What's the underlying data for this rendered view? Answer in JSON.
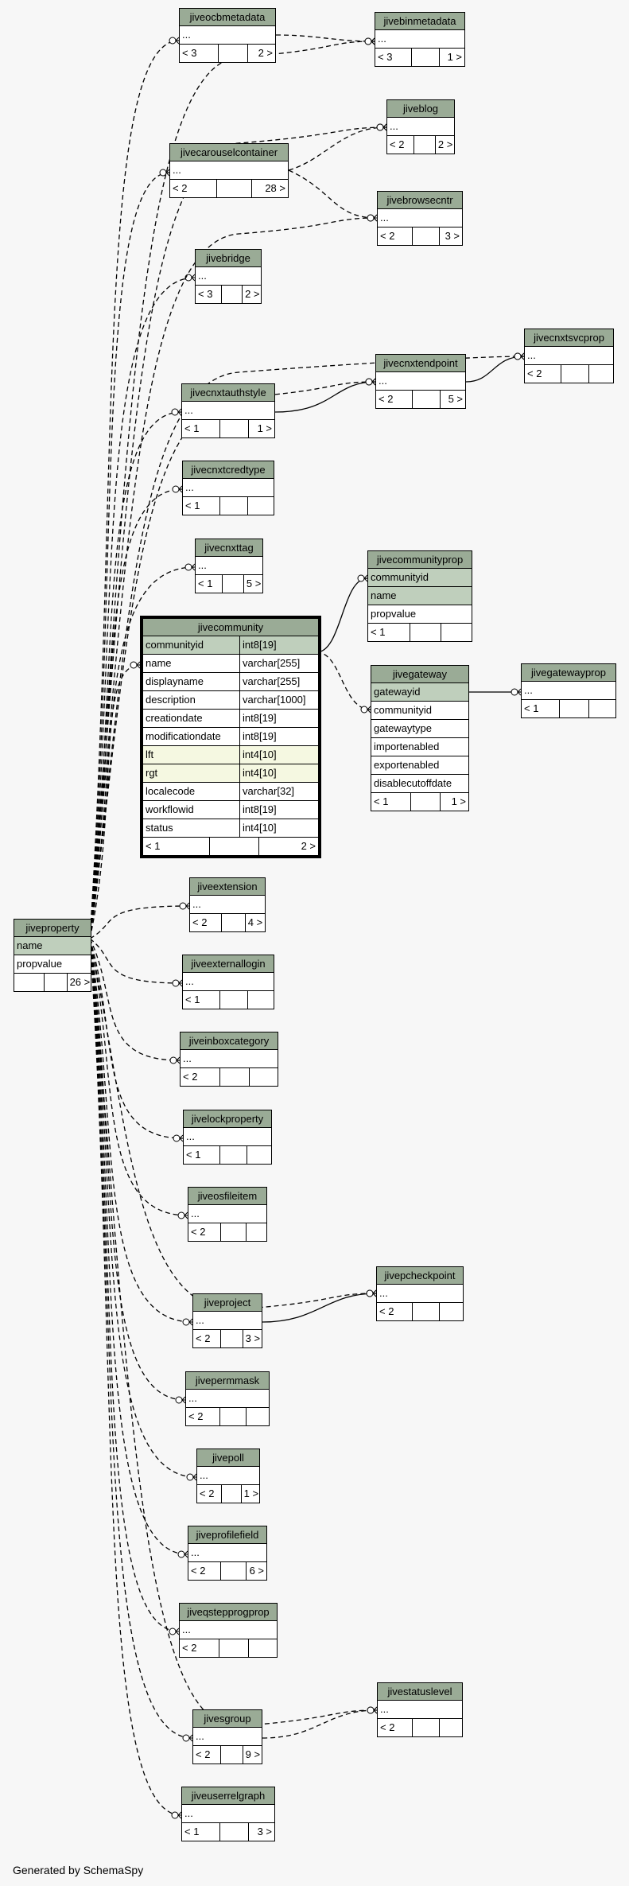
{
  "tables": {
    "jiveproperty": {
      "title": "jiveproperty",
      "rows": [
        {
          "name": "name",
          "kind": "pk"
        },
        {
          "name": "propvalue"
        }
      ],
      "footer": [
        "",
        "",
        "26 >"
      ]
    },
    "jiveocbmetadata": {
      "title": "jiveocbmetadata",
      "rows": [
        {
          "name": "..."
        }
      ],
      "footer": [
        "< 3",
        "",
        "2 >"
      ]
    },
    "jivebinmetadata": {
      "title": "jivebinmetadata",
      "rows": [
        {
          "name": "..."
        }
      ],
      "footer": [
        "< 3",
        "",
        "1 >"
      ]
    },
    "jiveblog": {
      "title": "jiveblog",
      "rows": [
        {
          "name": "..."
        }
      ],
      "footer": [
        "< 2",
        "",
        "2 >"
      ]
    },
    "jivecarouselcontainer": {
      "title": "jivecarouselcontainer",
      "rows": [
        {
          "name": "..."
        }
      ],
      "footer": [
        "< 2",
        "",
        "28 >"
      ]
    },
    "jivebrowsecntr": {
      "title": "jivebrowsecntr",
      "rows": [
        {
          "name": "..."
        }
      ],
      "footer": [
        "< 2",
        "",
        "3 >"
      ]
    },
    "jivebridge": {
      "title": "jivebridge",
      "rows": [
        {
          "name": "..."
        }
      ],
      "footer": [
        "< 3",
        "",
        "2 >"
      ]
    },
    "jivecnxtsvcprop": {
      "title": "jivecnxtsvcprop",
      "rows": [
        {
          "name": "..."
        }
      ],
      "footer": [
        "< 2",
        "",
        ""
      ]
    },
    "jivecnxtendpoint": {
      "title": "jivecnxtendpoint",
      "rows": [
        {
          "name": "..."
        }
      ],
      "footer": [
        "< 2",
        "",
        "5 >"
      ]
    },
    "jivecnxtauthstyle": {
      "title": "jivecnxtauthstyle",
      "rows": [
        {
          "name": "..."
        }
      ],
      "footer": [
        "< 1",
        "",
        "1 >"
      ]
    },
    "jivecnxtcredtype": {
      "title": "jivecnxtcredtype",
      "rows": [
        {
          "name": "..."
        }
      ],
      "footer": [
        "< 1",
        "",
        ""
      ]
    },
    "jivecnxttag": {
      "title": "jivecnxttag",
      "rows": [
        {
          "name": "..."
        }
      ],
      "footer": [
        "< 1",
        "",
        "5 >"
      ]
    },
    "jivecommunityprop": {
      "title": "jivecommunityprop",
      "rows": [
        {
          "name": "communityid",
          "kind": "pk"
        },
        {
          "name": "name",
          "kind": "pk"
        },
        {
          "name": "propvalue"
        }
      ],
      "footer": [
        "< 1",
        "",
        ""
      ]
    },
    "jivecommunity": {
      "title": "jivecommunity",
      "rows": [
        {
          "name": "communityid",
          "type": "int8[19]",
          "kind": "pk"
        },
        {
          "name": "name",
          "type": "varchar[255]"
        },
        {
          "name": "displayname",
          "type": "varchar[255]"
        },
        {
          "name": "description",
          "type": "varchar[1000]"
        },
        {
          "name": "creationdate",
          "type": "int8[19]"
        },
        {
          "name": "modificationdate",
          "type": "int8[19]"
        },
        {
          "name": "lft",
          "type": "int4[10]",
          "kind": "idx"
        },
        {
          "name": "rgt",
          "type": "int4[10]",
          "kind": "idx"
        },
        {
          "name": "localecode",
          "type": "varchar[32]"
        },
        {
          "name": "workflowid",
          "type": "int8[19]"
        },
        {
          "name": "status",
          "type": "int4[10]"
        }
      ],
      "footer": [
        "< 1",
        "",
        "2 >"
      ]
    },
    "jivegateway": {
      "title": "jivegateway",
      "rows": [
        {
          "name": "gatewayid",
          "kind": "pk"
        },
        {
          "name": "communityid"
        },
        {
          "name": "gatewaytype"
        },
        {
          "name": "importenabled"
        },
        {
          "name": "exportenabled"
        },
        {
          "name": "disablecutoffdate"
        }
      ],
      "footer": [
        "< 1",
        "",
        "1 >"
      ]
    },
    "jivegatewayprop": {
      "title": "jivegatewayprop",
      "rows": [
        {
          "name": "..."
        }
      ],
      "footer": [
        "< 1",
        "",
        ""
      ]
    },
    "jiveextension": {
      "title": "jiveextension",
      "rows": [
        {
          "name": "..."
        }
      ],
      "footer": [
        "< 2",
        "",
        "4 >"
      ]
    },
    "jiveexternallogin": {
      "title": "jiveexternallogin",
      "rows": [
        {
          "name": "..."
        }
      ],
      "footer": [
        "< 1",
        "",
        ""
      ]
    },
    "jiveinboxcategory": {
      "title": "jiveinboxcategory",
      "rows": [
        {
          "name": "..."
        }
      ],
      "footer": [
        "< 2",
        "",
        ""
      ]
    },
    "jivelockproperty": {
      "title": "jivelockproperty",
      "rows": [
        {
          "name": "..."
        }
      ],
      "footer": [
        "< 1",
        "",
        ""
      ]
    },
    "jiveosfileitem": {
      "title": "jiveosfileitem",
      "rows": [
        {
          "name": "..."
        }
      ],
      "footer": [
        "< 2",
        "",
        ""
      ]
    },
    "jivepcheckpoint": {
      "title": "jivepcheckpoint",
      "rows": [
        {
          "name": "..."
        }
      ],
      "footer": [
        "< 2",
        "",
        ""
      ]
    },
    "jiveproject": {
      "title": "jiveproject",
      "rows": [
        {
          "name": "..."
        }
      ],
      "footer": [
        "< 2",
        "",
        "3 >"
      ]
    },
    "jivepermmask": {
      "title": "jivepermmask",
      "rows": [
        {
          "name": "..."
        }
      ],
      "footer": [
        "< 2",
        "",
        ""
      ]
    },
    "jivepoll": {
      "title": "jivepoll",
      "rows": [
        {
          "name": "..."
        }
      ],
      "footer": [
        "< 2",
        "",
        "1 >"
      ]
    },
    "jiveprofilefield": {
      "title": "jiveprofilefield",
      "rows": [
        {
          "name": "..."
        }
      ],
      "footer": [
        "< 2",
        "",
        "6 >"
      ]
    },
    "jiveqstepprogprop": {
      "title": "jiveqstepprogprop",
      "rows": [
        {
          "name": "..."
        }
      ],
      "footer": [
        "< 2",
        "",
        ""
      ]
    },
    "jivestatuslevel": {
      "title": "jivestatuslevel",
      "rows": [
        {
          "name": "..."
        }
      ],
      "footer": [
        "< 2",
        "",
        ""
      ]
    },
    "jivesgroup": {
      "title": "jivesgroup",
      "rows": [
        {
          "name": "..."
        }
      ],
      "footer": [
        "< 2",
        "",
        "9 >"
      ]
    },
    "jiveuserrelgraph": {
      "title": "jiveuserrelgraph",
      "rows": [
        {
          "name": "..."
        }
      ],
      "footer": [
        "< 1",
        "",
        "3 >"
      ]
    }
  },
  "credit": "Generated by SchemaSpy",
  "colors": {
    "header": "#9aab96",
    "pk": "#bfcfbc",
    "indexed": "#f5f8e1",
    "background": "#f7f7f7"
  }
}
